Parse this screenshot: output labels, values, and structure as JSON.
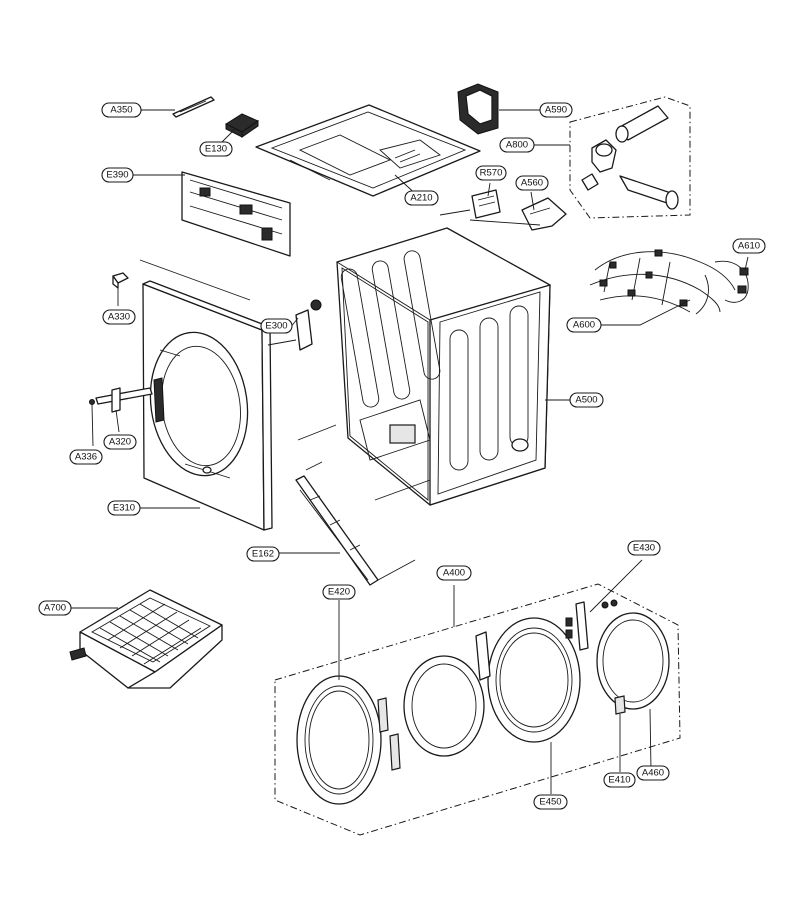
{
  "labels": {
    "A350": "A350",
    "E130": "E130",
    "A590": "A590",
    "A800": "A800",
    "E390": "E390",
    "A210": "A210",
    "R570": "R570",
    "A560": "A560",
    "A610": "A610",
    "A330": "A330",
    "E300": "E300",
    "A600": "A600",
    "A500": "A500",
    "A320": "A320",
    "A336": "A336",
    "E310": "E310",
    "E162": "E162",
    "E430": "E430",
    "E420": "E420",
    "A400": "A400",
    "A700": "A700",
    "E410": "E410",
    "A460": "A460",
    "E450": "E450"
  }
}
